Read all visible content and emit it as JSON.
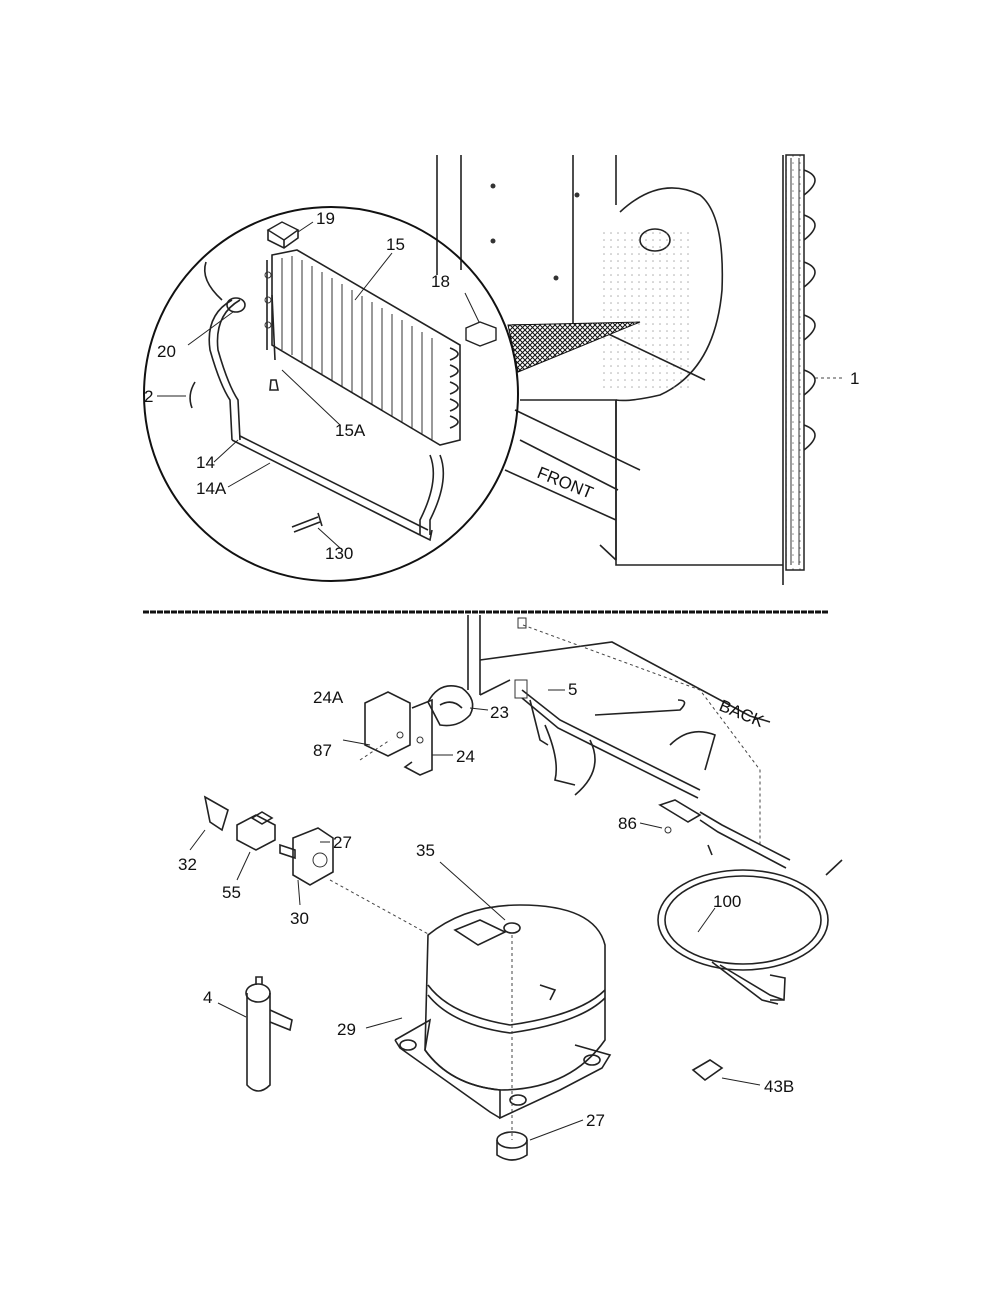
{
  "top_view": {
    "callouts": {
      "c19": "19",
      "c15": "15",
      "c18": "18",
      "c20": "20",
      "c2": "2",
      "c15a": "15A",
      "c14": "14",
      "c14a": "14A",
      "c130": "130",
      "c1": "1"
    },
    "front_label": "FRONT"
  },
  "bottom_view": {
    "callouts": {
      "c24a": "24A",
      "c23": "23",
      "c5": "5",
      "c87": "87",
      "c24": "24",
      "c86": "86",
      "c32": "32",
      "c27a": "27",
      "c35": "35",
      "c55": "55",
      "c30": "30",
      "c100": "100",
      "c4": "4",
      "c29": "29",
      "c43b": "43B",
      "c27b": "27"
    },
    "back_label": "BACK"
  }
}
